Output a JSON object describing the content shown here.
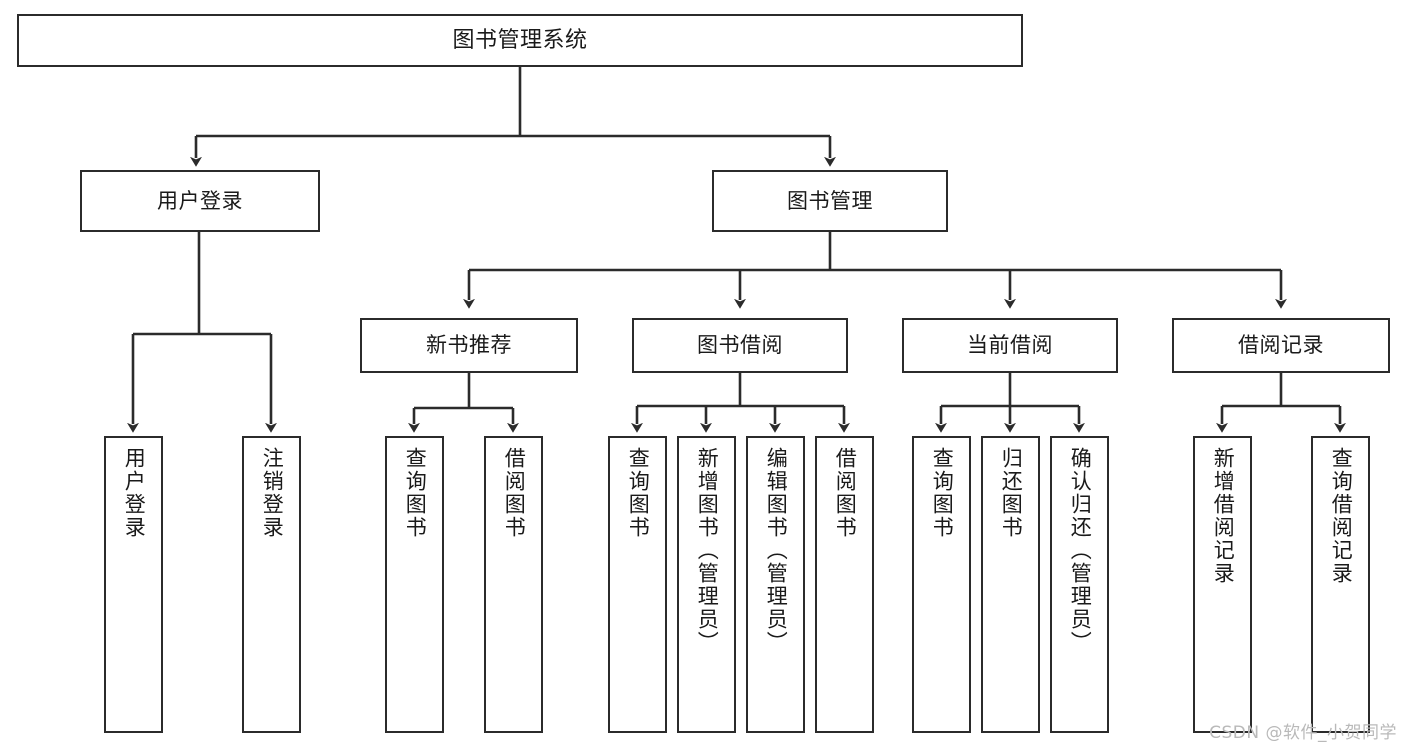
{
  "diagram": {
    "title": "图书管理系统",
    "watermark": "CSDN @软件_小贺同学",
    "colors": {
      "stroke": "#2b2b2b",
      "fill": "#ffffff",
      "text": "#1a1a1a",
      "watermark": "#b9b9b9"
    },
    "levels": {
      "root": {
        "label": "图书管理系统"
      },
      "level2": [
        {
          "id": "user-login",
          "label": "用户登录"
        },
        {
          "id": "book-manage",
          "label": "图书管理"
        }
      ],
      "level3": [
        {
          "id": "new-book-rec",
          "label": "新书推荐"
        },
        {
          "id": "book-borrow",
          "label": "图书借阅"
        },
        {
          "id": "current-borrow",
          "label": "当前借阅"
        },
        {
          "id": "borrow-record",
          "label": "借阅记录"
        }
      ],
      "leaves": {
        "user_login": [
          {
            "id": "leaf-user-login",
            "label": "用户登录"
          },
          {
            "id": "leaf-logout",
            "label": "注销登录"
          }
        ],
        "new_book_rec": [
          {
            "id": "leaf-query-book-1",
            "label": "查询图书"
          },
          {
            "id": "leaf-borrow-book-1",
            "label": "借阅图书"
          }
        ],
        "book_borrow": [
          {
            "id": "leaf-query-book-2",
            "label": "查询图书"
          },
          {
            "id": "leaf-add-book",
            "label": "新增图书（管理员）"
          },
          {
            "id": "leaf-edit-book",
            "label": "编辑图书（管理员）"
          },
          {
            "id": "leaf-borrow-book-2",
            "label": "借阅图书"
          }
        ],
        "current_borrow": [
          {
            "id": "leaf-query-book-3",
            "label": "查询图书"
          },
          {
            "id": "leaf-return-book",
            "label": "归还图书"
          },
          {
            "id": "leaf-confirm-return",
            "label": "确认归还（管理员）"
          }
        ],
        "borrow_record": [
          {
            "id": "leaf-add-record",
            "label": "新增借阅记录"
          },
          {
            "id": "leaf-query-record",
            "label": "查询借阅记录"
          }
        ]
      }
    }
  }
}
